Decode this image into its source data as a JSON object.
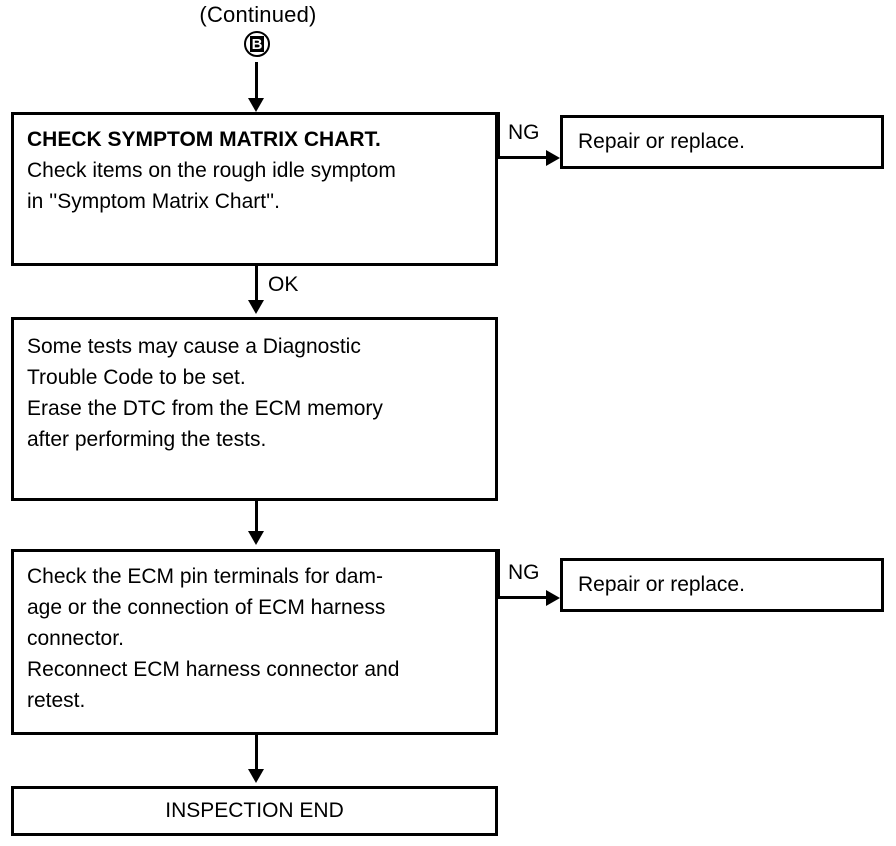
{
  "header": {
    "continued_label": "(Continued)",
    "connector_badge": "B",
    "connector_icon_name": "circled-connector-b-icon"
  },
  "flowchart": {
    "type": "flowchart",
    "orientation": "top-to-bottom",
    "nodes": [
      {
        "id": "check-symptom",
        "kind": "process",
        "heading": "CHECK SYMPTOM MATRIX CHART.",
        "text": "CHECK SYMPTOM MATRIX CHART.\nCheck items on the rough idle symptom\nin ''Symptom Matrix Chart''."
      },
      {
        "id": "erase-dtc",
        "kind": "process",
        "text": "Some tests may cause a Diagnostic\nTrouble Code to be set.\nErase the DTC from the ECM memory\nafter performing the tests."
      },
      {
        "id": "ecm-pins",
        "kind": "process",
        "text": "Check the ECM pin terminals for dam-\nage or the connection of ECM harness\nconnector.\nReconnect ECM harness connector and\nretest."
      },
      {
        "id": "inspection-end",
        "kind": "terminator",
        "text": "INSPECTION END"
      },
      {
        "id": "repair-1",
        "kind": "process",
        "text": "Repair or replace."
      },
      {
        "id": "repair-2",
        "kind": "process",
        "text": "Repair or replace."
      }
    ],
    "edges": [
      {
        "from": "connector-b",
        "to": "check-symptom",
        "label": ""
      },
      {
        "from": "check-symptom",
        "to": "repair-1",
        "label": "NG"
      },
      {
        "from": "check-symptom",
        "to": "erase-dtc",
        "label": "OK"
      },
      {
        "from": "erase-dtc",
        "to": "ecm-pins",
        "label": ""
      },
      {
        "from": "ecm-pins",
        "to": "repair-2",
        "label": "NG"
      },
      {
        "from": "ecm-pins",
        "to": "inspection-end",
        "label": ""
      }
    ],
    "labels": {
      "ok": "OK",
      "ng_1": "NG",
      "ng_2": "NG"
    }
  },
  "colors": {
    "ink": "#000000",
    "paper": "#ffffff"
  }
}
